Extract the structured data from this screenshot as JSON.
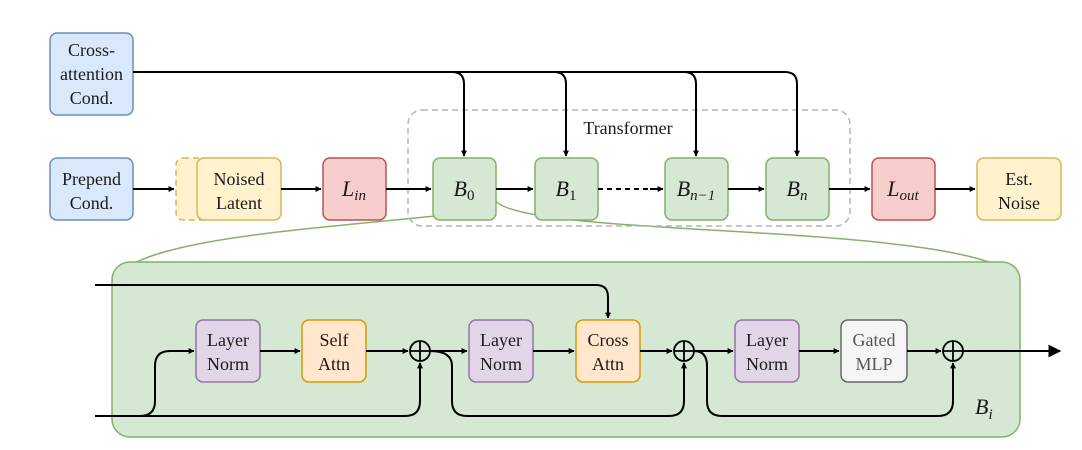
{
  "inputs": {
    "cross_attention_cond": [
      "Cross-",
      "attention",
      "Cond."
    ],
    "prepend_cond": [
      "Prepend",
      "Cond."
    ],
    "noised_latent": [
      "Noised",
      "Latent"
    ]
  },
  "layers": {
    "l_in": {
      "main": "L",
      "sub": "in"
    },
    "l_out": {
      "main": "L",
      "sub": "out"
    }
  },
  "transformer": {
    "label": "Transformer",
    "blocks": [
      {
        "main": "B",
        "sub": "0"
      },
      {
        "main": "B",
        "sub": "1"
      },
      {
        "main": "B",
        "sub": "n−1"
      },
      {
        "main": "B",
        "sub": "n"
      }
    ]
  },
  "output": [
    "Est.",
    "Noise"
  ],
  "block_detail": {
    "label": {
      "main": "B",
      "sub": "i"
    },
    "stages": [
      {
        "norm": [
          "Layer",
          "Norm"
        ],
        "op": [
          "Self",
          "Attn"
        ]
      },
      {
        "norm": [
          "Layer",
          "Norm"
        ],
        "op": [
          "Cross",
          "Attn"
        ]
      },
      {
        "norm": [
          "Layer",
          "Norm"
        ],
        "op": [
          "Gated",
          "MLP"
        ]
      }
    ]
  },
  "colors": {
    "blue_fill": "#dae8fc",
    "blue_stroke": "#6c8ebf",
    "yellow_fill": "#fff2cc",
    "yellow_stroke": "#d6b656",
    "red_fill": "#f8cecc",
    "red_stroke": "#b85450",
    "green_fill": "#d5e8d4",
    "green_stroke": "#82b366",
    "purple_fill": "#e1d5e7",
    "purple_stroke": "#9673a6",
    "orange_fill": "#ffe6cc",
    "orange_stroke": "#d79b00",
    "gray_fill": "#f5f5f5",
    "gray_stroke": "#666666",
    "dashed_stroke": "#b3b3b3"
  }
}
